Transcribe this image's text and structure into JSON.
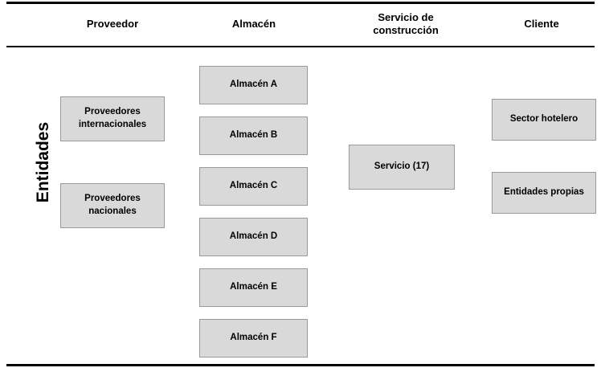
{
  "diagram": {
    "type": "supply-chain-column-diagram",
    "row_label": "Entidades",
    "colors": {
      "box_fill": "#d9d9d9",
      "box_border": "#9a9a9a",
      "rule": "#000000",
      "text": "#000000",
      "background": "#ffffff"
    },
    "columns": [
      {
        "id": "proveedor",
        "header": "Proveedor",
        "header_lines": [
          "Proveedor"
        ],
        "boxes": [
          {
            "label": "Proveedores internacionales",
            "lines": [
              "Proveedores",
              "internacionales"
            ]
          },
          {
            "label": "Proveedores nacionales",
            "lines": [
              "Proveedores",
              "nacionales"
            ]
          }
        ]
      },
      {
        "id": "almacen",
        "header": "Almacén",
        "header_lines": [
          "Almacén"
        ],
        "boxes": [
          {
            "label": "Almacén A",
            "lines": [
              "Almacén A"
            ]
          },
          {
            "label": "Almacén B",
            "lines": [
              "Almacén B"
            ]
          },
          {
            "label": "Almacén C",
            "lines": [
              "Almacén C"
            ]
          },
          {
            "label": "Almacén D",
            "lines": [
              "Almacén D"
            ]
          },
          {
            "label": "Almacén E",
            "lines": [
              "Almacén E"
            ]
          },
          {
            "label": "Almacén F",
            "lines": [
              "Almacén F"
            ]
          }
        ]
      },
      {
        "id": "servicio-de-construccion",
        "header": "Servicio de construcción",
        "header_lines": [
          "Servicio de",
          "construcción"
        ],
        "boxes": [
          {
            "label": "Servicio (17)",
            "lines": [
              "Servicio (17)"
            ]
          }
        ]
      },
      {
        "id": "cliente",
        "header": "Cliente",
        "header_lines": [
          "Cliente"
        ],
        "boxes": [
          {
            "label": "Sector hotelero",
            "lines": [
              "Sector hotelero"
            ]
          },
          {
            "label": "Entidades propias",
            "lines": [
              "Entidades propias"
            ]
          }
        ]
      }
    ]
  }
}
